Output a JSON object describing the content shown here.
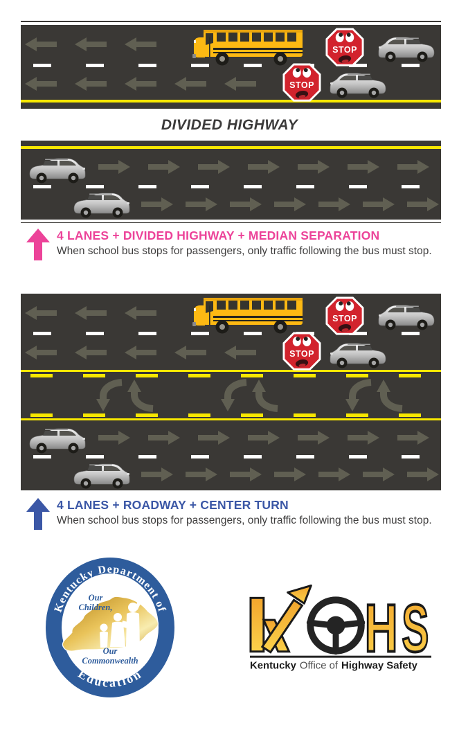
{
  "colors": {
    "road": "#3a3835",
    "road_arrow": "#605f52",
    "lane_yellow": "#f8e800",
    "lane_white": "#ffffff",
    "stop_red": "#d2232d",
    "bus_yellow": "#fdb913",
    "median_pink": "#ec4399",
    "turn_blue": "#3b57a6",
    "text_dark": "#3f3e3e",
    "kde_blue": "#2e5c9c",
    "kohs_gold_top": "#f2a52d",
    "kohs_gold_bottom": "#fbd24b"
  },
  "icons": {
    "school_bus": "school-bus-side-view",
    "stop_sign": "stop-sign-with-face",
    "car": "silver-suv-side-view",
    "lane_arrow": "lane-direction-arrow",
    "turn_arrows": "center-turn-curved-arrows",
    "up_arrow": "upward-pointer-arrow",
    "steering_wheel": "steering-wheel",
    "state_shape": "kentucky-state-silhouette"
  },
  "sections": {
    "divided_highway_label": "DIVIDED HIGHWAY",
    "stop_sign_label": "STOP"
  },
  "captions": [
    {
      "title": "4 LANES + DIVIDED HIGHWAY + MEDIAN SEPARATION",
      "subtitle": "When school bus stops for passengers, only traffic following the bus must stop.",
      "accent": "#ec4399"
    },
    {
      "title": "4 LANES + ROADWAY + CENTER TURN",
      "subtitle": "When school bus stops for passengers, only traffic following the bus must stop.",
      "accent": "#3b57a6"
    }
  ],
  "roads": [
    {
      "name": "divided-highway-bus-side",
      "lanes": [
        {
          "direction": "left",
          "arrows": 3,
          "vehicles": [
            "school-bus",
            "stop-sign",
            "car"
          ]
        },
        {
          "direction": "left",
          "arrows": 5,
          "vehicles": [
            "stop-sign",
            "car"
          ]
        }
      ]
    },
    {
      "name": "divided-highway-opposite-side",
      "lanes": [
        {
          "direction": "right",
          "arrows": 7,
          "vehicles": [
            "car"
          ]
        },
        {
          "direction": "right",
          "arrows": 7,
          "vehicles": [
            "car"
          ]
        }
      ]
    },
    {
      "name": "roadway-with-center-turn",
      "lanes": [
        {
          "direction": "left",
          "arrows": 3,
          "vehicles": [
            "school-bus",
            "stop-sign",
            "car"
          ]
        },
        {
          "direction": "left",
          "arrows": 5,
          "vehicles": [
            "stop-sign",
            "car"
          ]
        },
        {
          "direction": "center-turn",
          "turn_arrow_pairs": 3,
          "vehicles": []
        },
        {
          "direction": "right",
          "arrows": 7,
          "vehicles": [
            "car"
          ]
        },
        {
          "direction": "right",
          "arrows": 7,
          "vehicles": [
            "car"
          ]
        }
      ]
    }
  ],
  "logos": {
    "kde": {
      "arc_top": "Kentucky Department of",
      "arc_bottom": "Education",
      "motto_top": [
        "Our",
        "Children,"
      ],
      "motto_bottom": [
        "Our",
        "Commonwealth"
      ]
    },
    "kohs": {
      "letters": "KOHS",
      "letter_h": "H",
      "letter_s": "S",
      "caption_parts": [
        "Kentucky",
        "Office of",
        "Highway Safety"
      ]
    }
  }
}
